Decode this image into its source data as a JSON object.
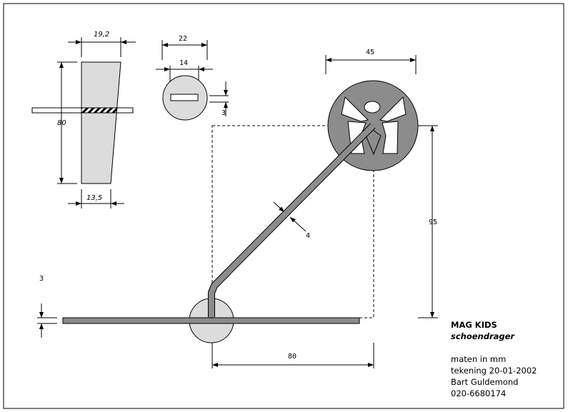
{
  "dimensions": {
    "top_width": "19,2",
    "height": "80",
    "bottom_width": "13,5",
    "disc_small_dia": "22",
    "slot_width": "14",
    "slot_height": "3",
    "disc_large_dia": "45",
    "arm_width": "4",
    "vertical": "95",
    "horizontal": "80",
    "base_thickness": "3"
  },
  "title_block": {
    "title": "MAG KIDS",
    "subtitle": "schoendrager",
    "units": "maten in mm",
    "date": "tekening 20-01-2002",
    "author": "Bart Guldemond",
    "phone": "020-6680174"
  },
  "colors": {
    "part_light": "#dcdcdc",
    "part_dark": "#8c8c8c"
  }
}
